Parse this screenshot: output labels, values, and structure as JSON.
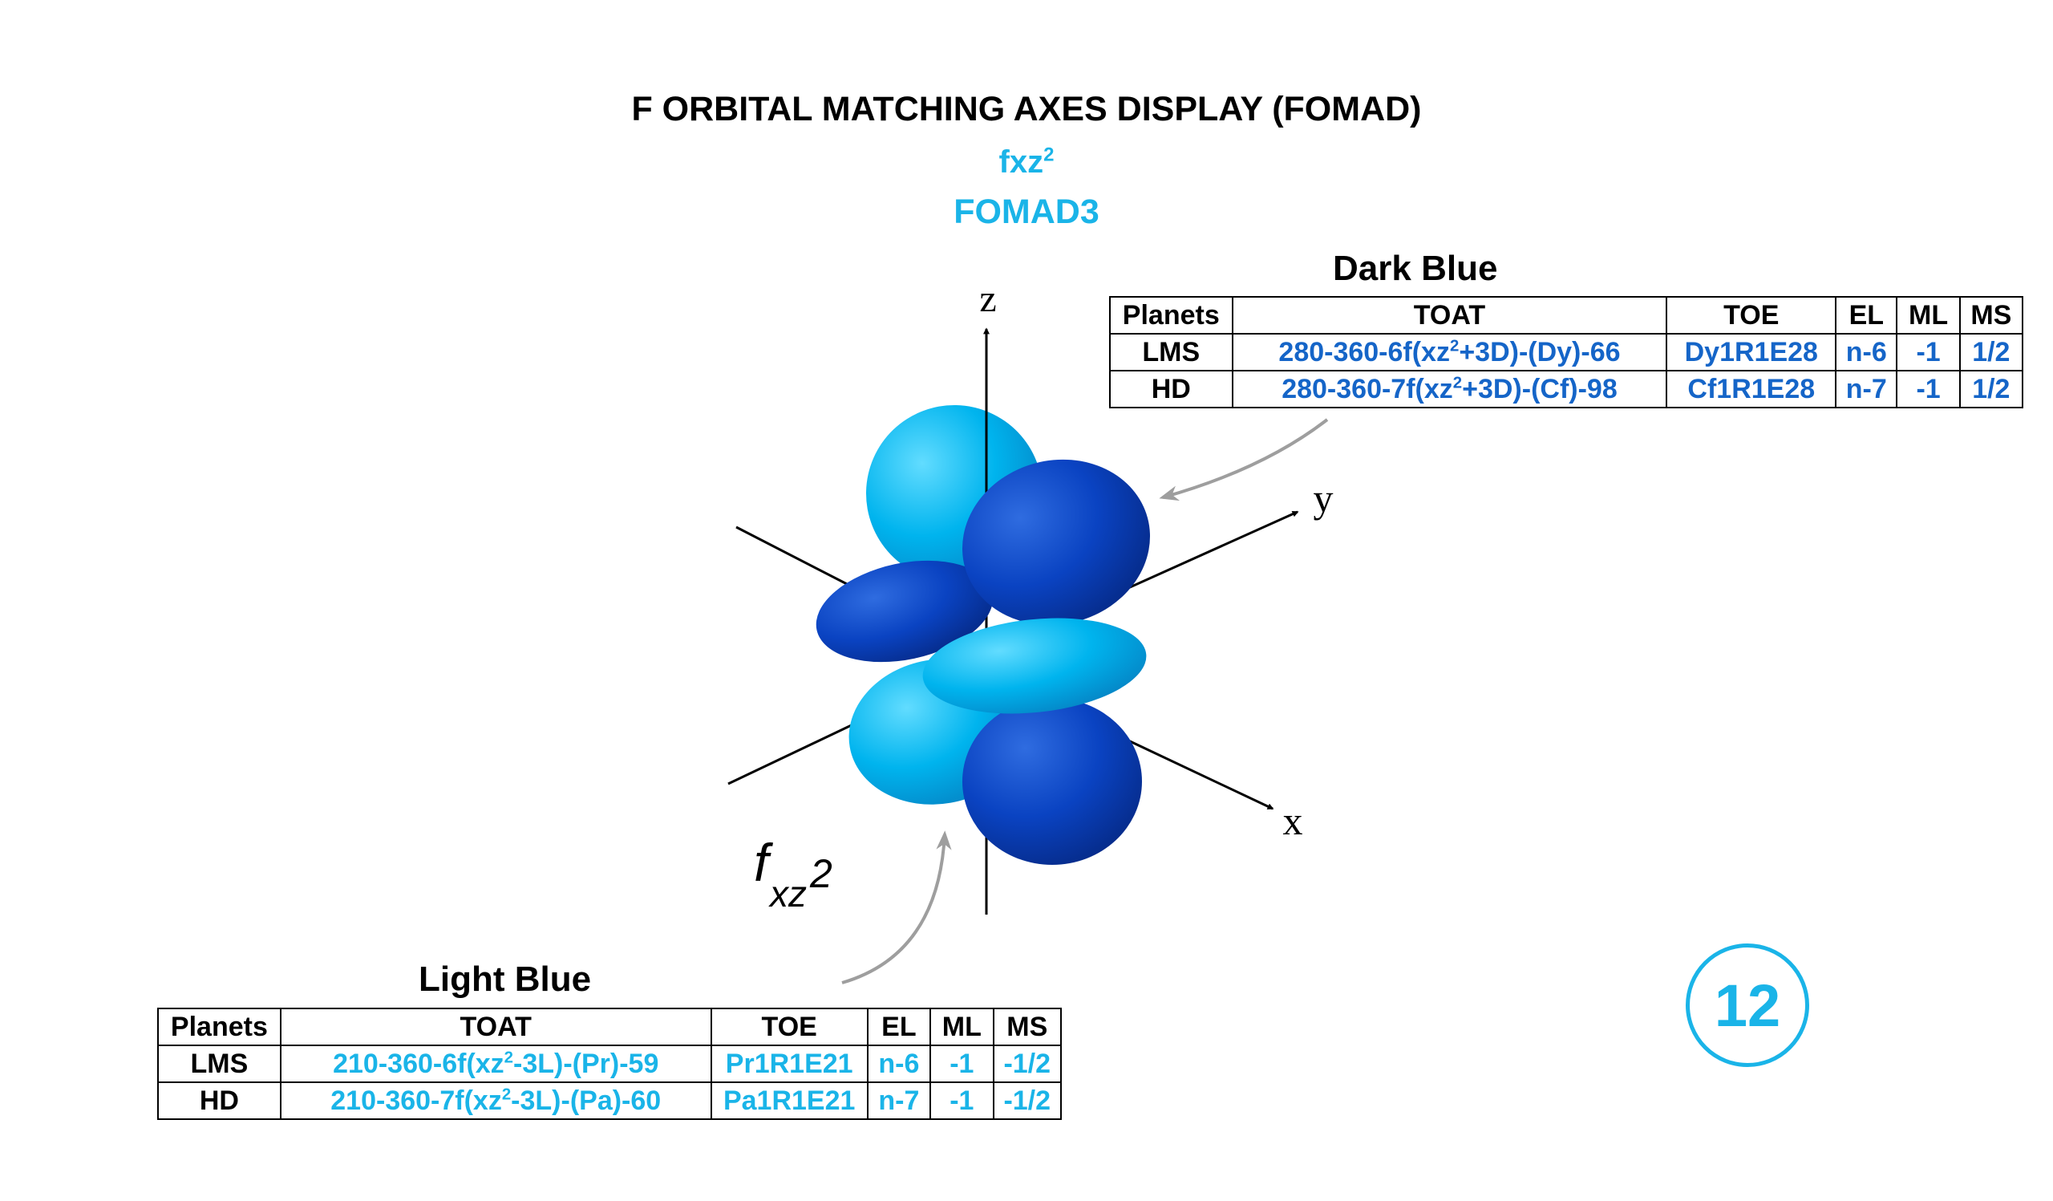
{
  "header": {
    "title": "F ORBITAL MATCHING AXES DISPLAY (FOMAD)",
    "orbital_base": "fxz",
    "orbital_sup": "2",
    "code": "FOMAD3"
  },
  "axes": {
    "z": "z",
    "y": "y",
    "x": "x"
  },
  "orbital_label": {
    "base": "f",
    "sub": "xz",
    "sup": "2"
  },
  "dark_table": {
    "title": "Dark Blue",
    "headers": [
      "Planets",
      "TOAT",
      "TOE",
      "EL",
      "ML",
      "MS"
    ],
    "rows": [
      {
        "planet": "LMS",
        "toat_pre": "280-360-6f(xz",
        "toat_sup": "2",
        "toat_post": "+3D)-(Dy)-66",
        "toe": "Dy1R1E28",
        "el": "n-6",
        "ml": "-1",
        "ms": "1/2"
      },
      {
        "planet": "HD",
        "toat_pre": "280-360-7f(xz",
        "toat_sup": "2",
        "toat_post": "+3D)-(Cf)-98",
        "toe": "Cf1R1E28",
        "el": "n-7",
        "ml": "-1",
        "ms": "1/2"
      }
    ]
  },
  "light_table": {
    "title": "Light Blue",
    "headers": [
      "Planets",
      "TOAT",
      "TOE",
      "EL",
      "ML",
      "MS"
    ],
    "rows": [
      {
        "planet": "LMS",
        "toat_pre": "210-360-6f(xz",
        "toat_sup": "2",
        "toat_post": "-3L)-(Pr)-59",
        "toe": "Pr1R1E21",
        "el": "n-6",
        "ml": "-1",
        "ms": "-1/2"
      },
      {
        "planet": "HD",
        "toat_pre": "210-360-7f(xz",
        "toat_sup": "2",
        "toat_post": "-3L)-(Pa)-60",
        "toe": "Pa1R1E21",
        "el": "n-7",
        "ml": "-1",
        "ms": "-1/2"
      }
    ]
  },
  "page_number": "12",
  "colors": {
    "light_blue": "#1ab4e8",
    "dark_blue": "#1565c8",
    "lobe_light": "#00b8f2",
    "lobe_dark": "#0a3fc0",
    "arrow_gray": "#9e9e9e"
  }
}
